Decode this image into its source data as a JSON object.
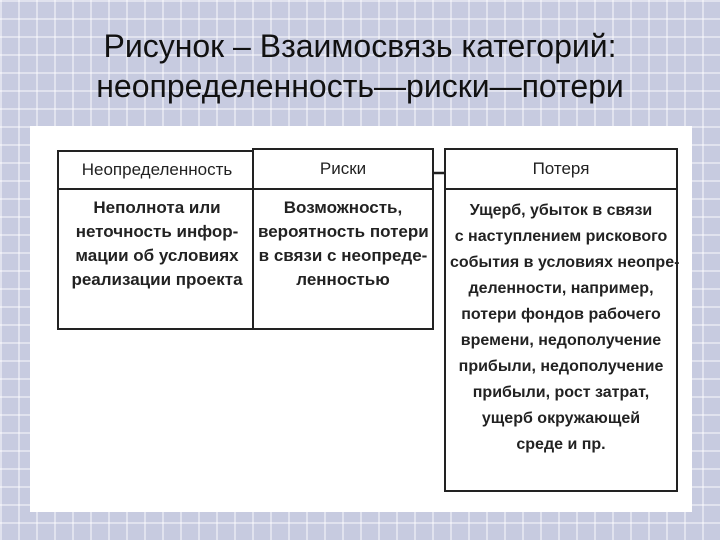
{
  "slide": {
    "title_lines": [
      "Рисунок – Взаимосвязь категорий:",
      "неопределенность—риски—потери"
    ]
  },
  "diagram": {
    "boxes": [
      {
        "header": "Неопределенность",
        "body": [
          "Неполнота или",
          "неточность инфор-",
          "мации об условиях",
          "реализации проекта"
        ]
      },
      {
        "header": "Риски",
        "body": [
          "Возможность,",
          "вероятность потери",
          "в связи с неопреде-",
          "ленностью"
        ]
      },
      {
        "header": "Потеря",
        "body": [
          "Ущерб, убыток в связи",
          "с наступлением рискового",
          "события в условиях неопре-",
          "деленности, например,",
          "потери фондов рабочего",
          "времени, недополучение",
          "прибыли, недополучение",
          "прибыли, рост затрат,",
          "ущерб окружающей",
          "среде и пр."
        ]
      }
    ]
  }
}
